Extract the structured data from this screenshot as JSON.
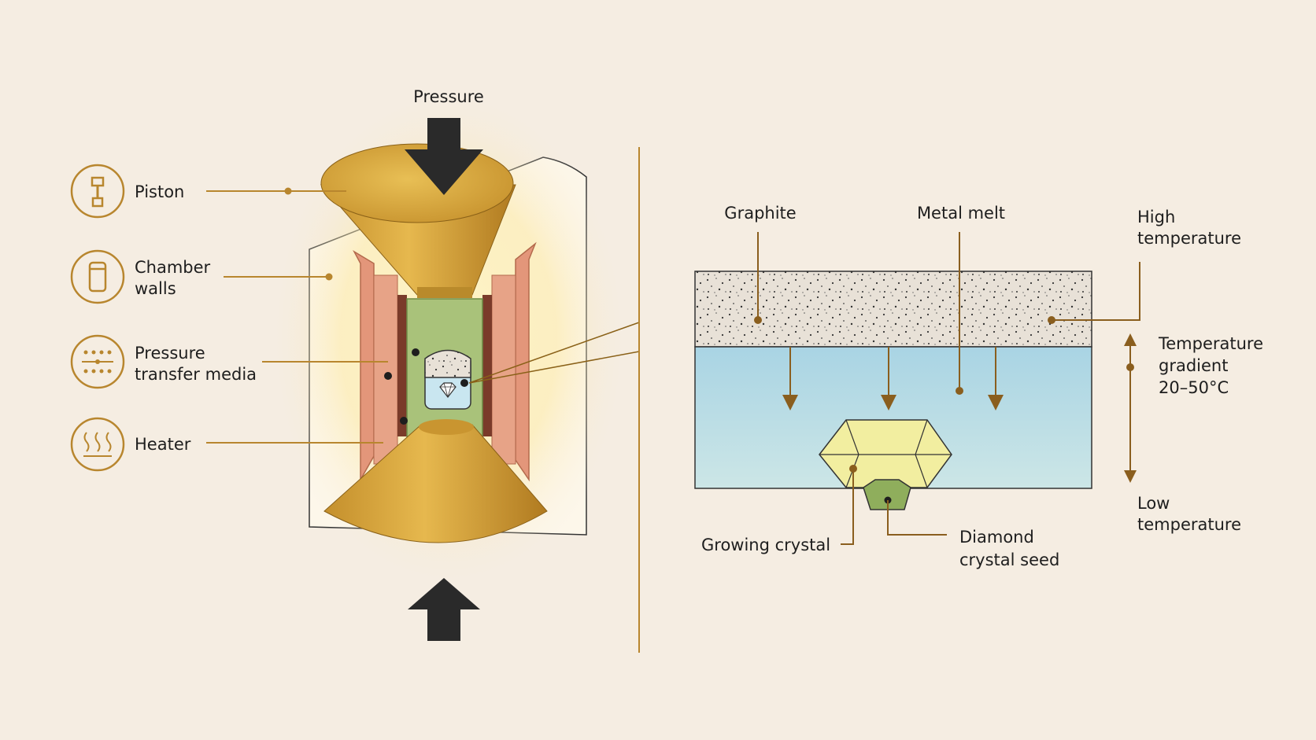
{
  "labels": {
    "pressure": "Pressure",
    "piston": "Piston",
    "chamber_walls": [
      "Chamber",
      "walls"
    ],
    "pressure_transfer_media": [
      "Pressure",
      "transfer media"
    ],
    "heater": "Heater",
    "graphite": "Graphite",
    "metal_melt": "Metal melt",
    "high_temperature": [
      "High",
      "temperature"
    ],
    "temperature_gradient": [
      "Temperature",
      "gradient",
      "20–50°C"
    ],
    "low_temperature": [
      "Low",
      "temperature"
    ],
    "growing_crystal": "Growing crystal",
    "diamond_crystal_seed": [
      "Diamond",
      "crystal seed"
    ]
  },
  "colors": {
    "background": "#f5ede2",
    "accent_gold": "#b8862e",
    "gold_fill": "#d9a63c",
    "copper": "#e3967a",
    "green": "#a9c27a",
    "melt_blue": "#bfe0ea",
    "crystal_yellow": "#f2eea0",
    "seed_green": "#8fae5c"
  },
  "icons": [
    "piston-icon",
    "chamber-icon",
    "dots-icon",
    "heat-icon"
  ]
}
